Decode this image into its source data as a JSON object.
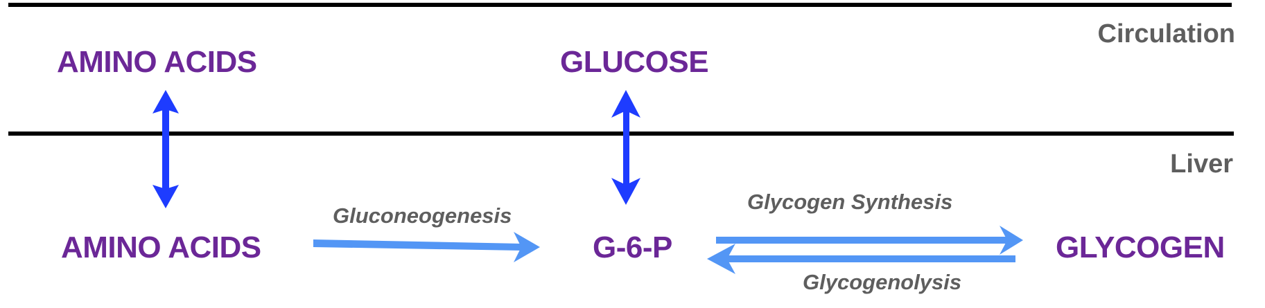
{
  "colors": {
    "metabolite": "#6b2797",
    "compartment_label": "#5e5e5e",
    "process_label": "#5e5e5e",
    "transport_arrow": "#1e3cff",
    "reaction_arrow": "#5396f5",
    "divider": "#000000"
  },
  "compartments": {
    "circulation": "Circulation",
    "liver": "Liver"
  },
  "metabolites": {
    "amino_acids_circulation": "AMINO ACIDS",
    "glucose": "GLUCOSE",
    "amino_acids_liver": "AMINO ACIDS",
    "g6p": "G-6-P",
    "glycogen": "GLYCOGEN"
  },
  "processes": {
    "gluconeogenesis": "Gluconeogenesis",
    "glycogen_synthesis": "Glycogen Synthesis",
    "glycogenolysis": "Glycogenolysis"
  },
  "edges": [
    {
      "from": "amino_acids_circulation",
      "to": "amino_acids_liver",
      "type": "bidirectional-transport"
    },
    {
      "from": "glucose",
      "to": "g6p",
      "type": "bidirectional-transport"
    },
    {
      "from": "amino_acids_liver",
      "to": "g6p",
      "type": "reaction",
      "label": "Gluconeogenesis"
    },
    {
      "from": "g6p",
      "to": "glycogen",
      "type": "reaction",
      "label": "Glycogen Synthesis"
    },
    {
      "from": "glycogen",
      "to": "g6p",
      "type": "reaction",
      "label": "Glycogenolysis"
    }
  ]
}
